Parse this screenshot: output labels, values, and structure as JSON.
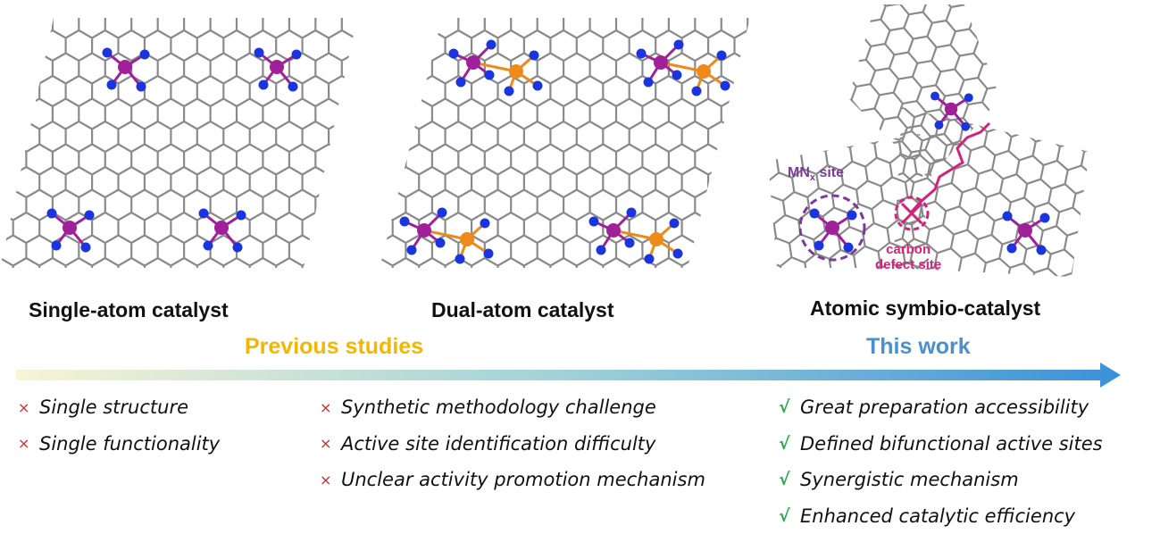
{
  "panels": {
    "single": {
      "title": "Single-atom catalyst"
    },
    "dual": {
      "title": "Dual-atom catalyst"
    },
    "symbio": {
      "title": "Atomic symbio-catalyst",
      "mnx_label": "MN",
      "mnx_subscript": "x",
      "mnx_suffix": " site",
      "defect_label_line1": "carbon",
      "defect_label_line2": "defect site"
    }
  },
  "sections": {
    "previous": "Previous studies",
    "this_work": "This work"
  },
  "marks": {
    "bad": "×",
    "good": "√"
  },
  "lists": {
    "single": [
      "Single structure",
      "Single functionality"
    ],
    "dual": [
      "Synthetic methodology challenge",
      "Active site identification difficulty",
      "Unclear activity promotion mechanism"
    ],
    "symbio": [
      "Great preparation accessibility",
      "Defined bifunctional active sites",
      "Synergistic mechanism",
      "Enhanced catalytic efficiency"
    ]
  },
  "colors": {
    "metal": "#a0209a",
    "second_metal": "#ee8a1a",
    "nitrogen": "#1a35e0",
    "carbon_bond": "#8a8a8a",
    "defect": "#d4227c",
    "mnx": "#7a3a9a",
    "previous_text": "#f2b705",
    "this_work_text": "#4a8fcf",
    "arrow_start": "#f8f4d6",
    "arrow_end": "#3a90d8",
    "cross": "#d9262e",
    "check": "#2aa84a"
  }
}
